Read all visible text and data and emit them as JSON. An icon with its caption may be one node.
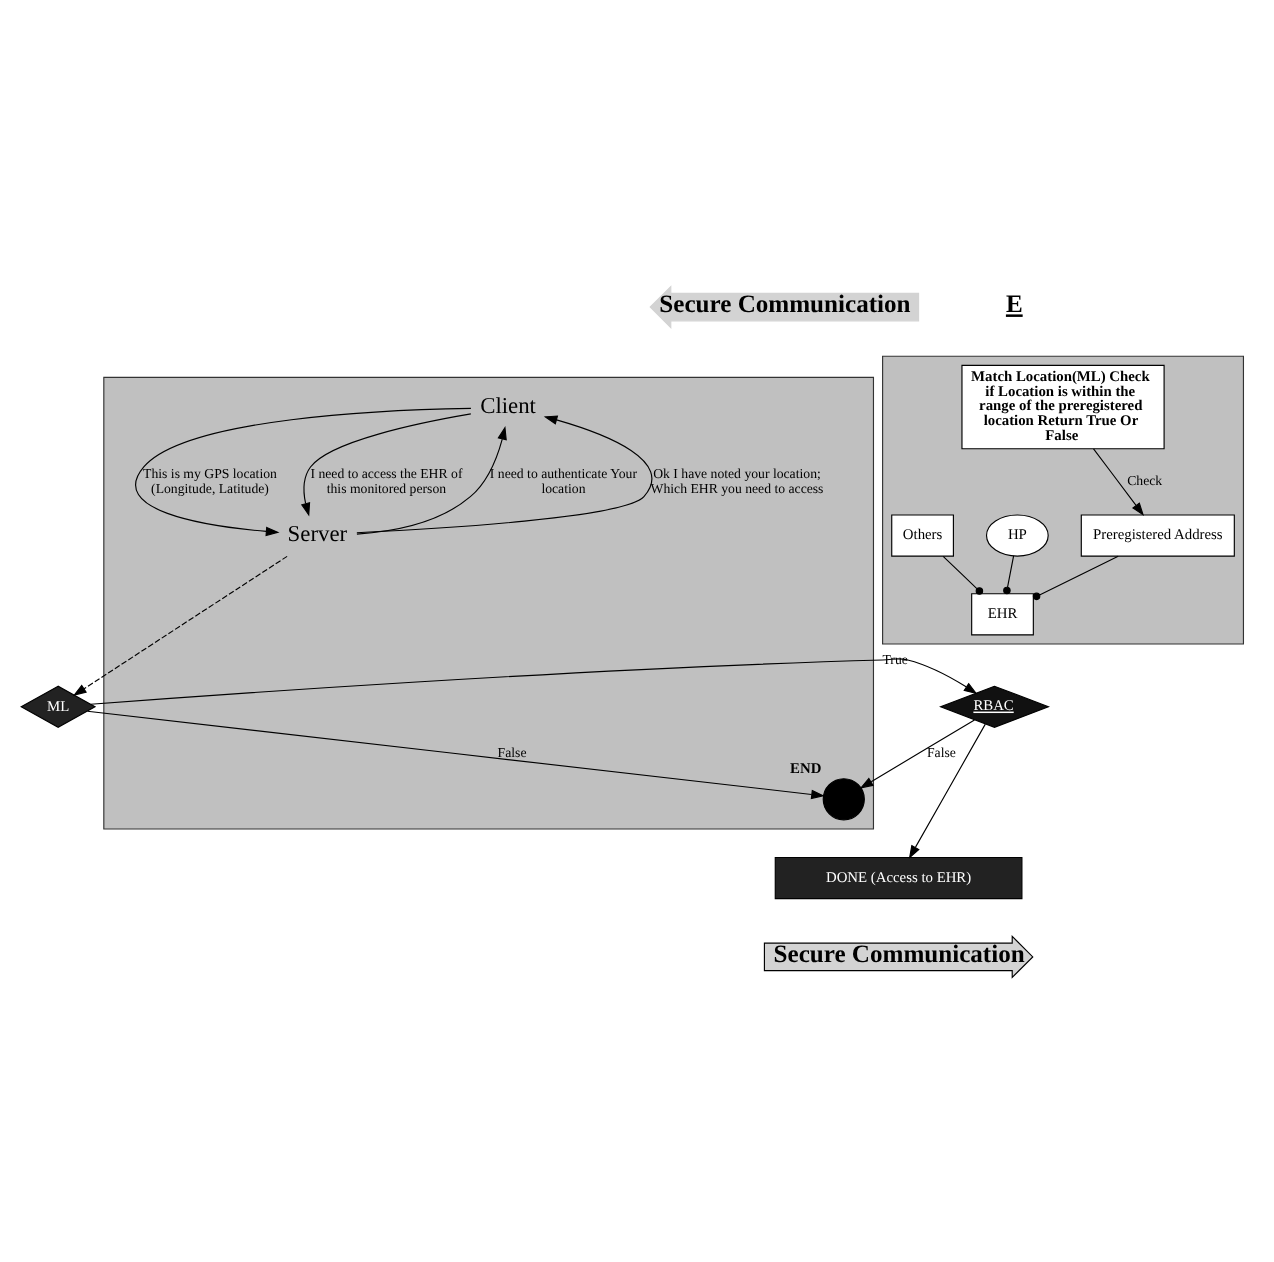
{
  "diagram": {
    "nodes": [
      {
        "text": [
          "Secure Communication"
        ]
      },
      {
        "text": [],
        "shape": "box"
      },
      {
        "text": [
          "Client"
        ],
        "in": 1
      },
      {
        "text": [
          "Server"
        ],
        "in": 1
      },
      {
        "text": [],
        "shape": "circle",
        "in": 1,
        "beside": [
          "END"
        ]
      },
      {
        "text": [],
        "shape": "box"
      },
      {
        "text": [
          "Match Location(ML) Check if Location is within the range of the preregistered location Return True Or False"
        ],
        "in": 5
      },
      {
        "text": [
          "HP"
        ],
        "in": 5
      },
      {
        "text": [
          "EHR"
        ],
        "in": 5
      },
      {
        "text": [
          "Others"
        ],
        "in": 5
      },
      {
        "text": [
          "Preregistered Address"
        ],
        "in": 5
      },
      {
        "text": [
          "ML"
        ]
      },
      {
        "text": [
          "RBAC"
        ]
      },
      {
        "text": [
          "DONE (Access to EHR)"
        ]
      },
      {
        "text": [
          "Secure Communication"
        ]
      }
    ],
    "edges": [
      {
        "from": 3,
        "to": 2,
        "arrow": "to",
        "label": "I need to authenticate Your location"
      },
      {
        "from": 2,
        "to": 3,
        "arrow": "to",
        "label": "This is my GPS location (Longitude, Latitude)"
      },
      {
        "from": 3,
        "to": 2,
        "arrow": "to",
        "label": "Ok I have noted your location; Which EHR you need to access"
      },
      {
        "from": 2,
        "to": 3,
        "arrow": "to",
        "label": "I need to access the EHR of this monitored person"
      },
      {
        "from": 3,
        "to": 11,
        "arrow": "to",
        "style": "dashed"
      },
      {
        "from": 6,
        "to": 10,
        "arrow": "to",
        "label": "Check"
      },
      {
        "from": 7,
        "to": 8,
        "arrow": "other"
      },
      {
        "from": 9,
        "to": 8,
        "arrow": "other"
      },
      {
        "from": 10,
        "to": 8,
        "arrow": "other"
      },
      {
        "from": 11,
        "to": 12,
        "arrow": "to",
        "label": "True"
      },
      {
        "from": 11,
        "to": 4,
        "arrow": "to",
        "label": "False"
      },
      {
        "from": 12,
        "to": 4,
        "arrow": "to",
        "label": "False"
      },
      {
        "from": 12,
        "to": 13,
        "arrow": "to"
      }
    ],
    "labels": [
      "E"
    ]
  }
}
